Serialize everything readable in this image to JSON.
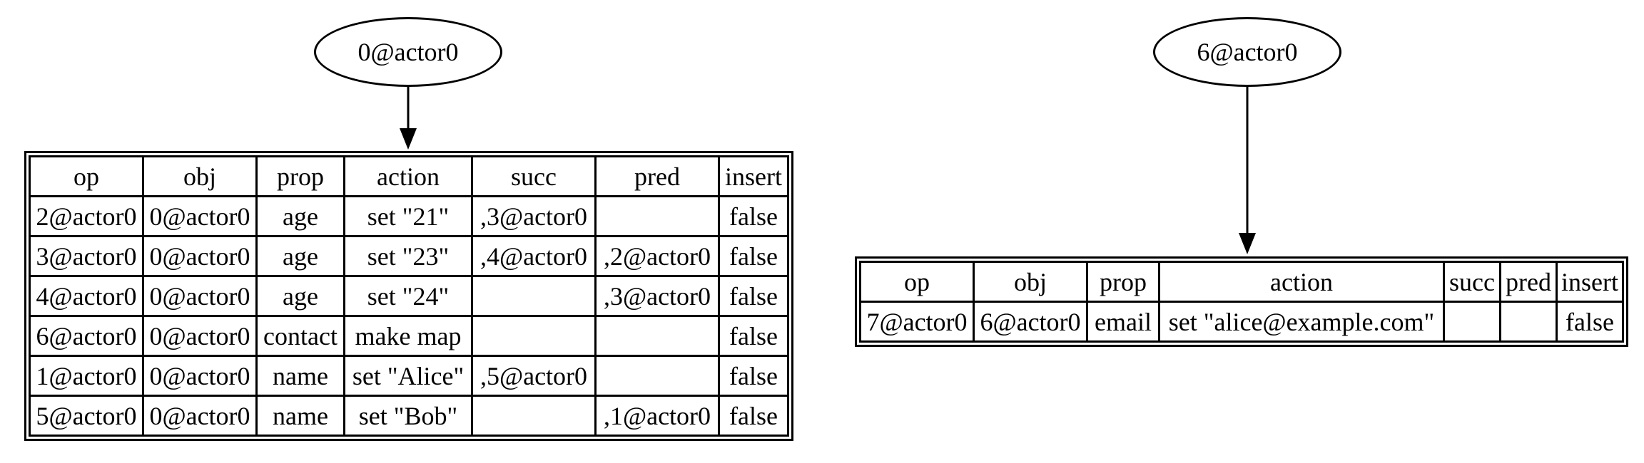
{
  "nodes": {
    "left": {
      "label": "0@actor0"
    },
    "right": {
      "label": "6@actor0"
    }
  },
  "tables": {
    "left": {
      "header": {
        "op": "op",
        "obj": "obj",
        "prop": "prop",
        "action": "action",
        "succ": "succ",
        "pred": "pred",
        "insert": "insert"
      },
      "rows": [
        {
          "op": "2@actor0",
          "obj": "0@actor0",
          "prop": "age",
          "action": "set \"21\"",
          "succ": ",3@actor0",
          "pred": "",
          "insert": "false"
        },
        {
          "op": "3@actor0",
          "obj": "0@actor0",
          "prop": "age",
          "action": "set \"23\"",
          "succ": ",4@actor0",
          "pred": ",2@actor0",
          "insert": "false"
        },
        {
          "op": "4@actor0",
          "obj": "0@actor0",
          "prop": "age",
          "action": "set \"24\"",
          "succ": "",
          "pred": ",3@actor0",
          "insert": "false"
        },
        {
          "op": "6@actor0",
          "obj": "0@actor0",
          "prop": "contact",
          "action": "make map",
          "succ": "",
          "pred": "",
          "insert": "false"
        },
        {
          "op": "1@actor0",
          "obj": "0@actor0",
          "prop": "name",
          "action": "set \"Alice\"",
          "succ": ",5@actor0",
          "pred": "",
          "insert": "false"
        },
        {
          "op": "5@actor0",
          "obj": "0@actor0",
          "prop": "name",
          "action": "set \"Bob\"",
          "succ": "",
          "pred": ",1@actor0",
          "insert": "false"
        }
      ]
    },
    "right": {
      "header": {
        "op": "op",
        "obj": "obj",
        "prop": "prop",
        "action": "action",
        "succ": "succ",
        "pred": "pred",
        "insert": "insert"
      },
      "rows": [
        {
          "op": "7@actor0",
          "obj": "6@actor0",
          "prop": "email",
          "action": "set \"alice@example.com\"",
          "succ": "",
          "pred": "",
          "insert": "false"
        }
      ]
    }
  }
}
